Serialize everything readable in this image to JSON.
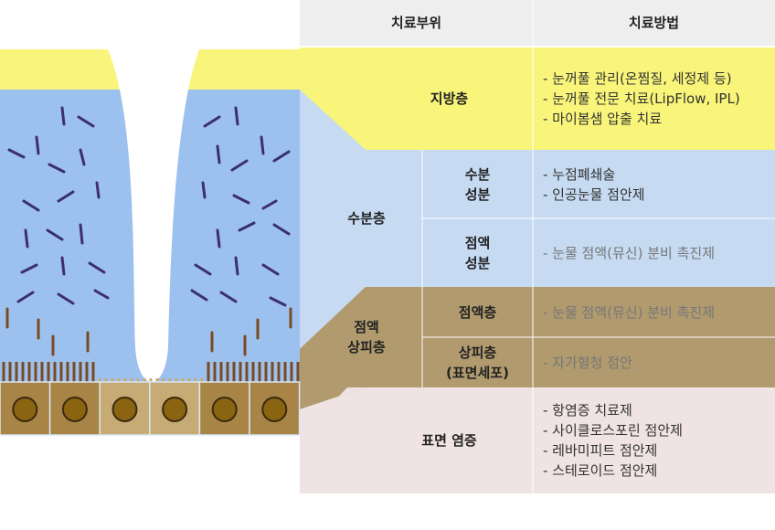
{
  "table": {
    "headers": [
      "치료부위",
      "치료방법"
    ],
    "rows": {
      "lipid": {
        "label": "지방층",
        "treatments": [
          "- 눈꺼풀 관리(온찜질, 세정제 등)",
          "- 눈꺼풀 전문 치료(LipFlow, IPL)",
          "- 마이봄샘 압출 치료"
        ]
      },
      "aqueous": {
        "label": "수분층"
      },
      "water": {
        "label": [
          "수분",
          "성분"
        ],
        "treatments": [
          "- 누점폐쇄술",
          "- 인공눈물 점안제"
        ]
      },
      "mucin_comp": {
        "label": [
          "점액",
          "성분"
        ],
        "treatments": [
          "- 눈물 점액(뮤신) 분비 촉진제"
        ]
      },
      "mucoepi": {
        "label": [
          "점액",
          "상피층"
        ]
      },
      "mucus": {
        "label": "점액층",
        "treatments": [
          "- 눈물 점액(뮤신) 분비 촉진제"
        ]
      },
      "epithelium": {
        "label": [
          "상피층",
          "(표면세포)"
        ],
        "treatments": [
          "- 자가혈청 점안"
        ]
      },
      "inflammation": {
        "label": "표면 염증",
        "treatments": [
          "- 항염증 치료제",
          "- 사이클로스포린 점안제",
          "- 레바미피트 점안제",
          "- 스테로이드 점안제"
        ]
      }
    }
  },
  "colors": {
    "header_bg": "#eeeeee",
    "lipid": "#f8f57a",
    "aqueous": "#c6daf2",
    "aqueous_dark": "#9dc1ee",
    "mucin": "#b09a6e",
    "cell_brown": "#a88546",
    "cell_light": "#c6ab74",
    "inflammation": "#f0e3e3",
    "marks": "#3b2f6e"
  }
}
